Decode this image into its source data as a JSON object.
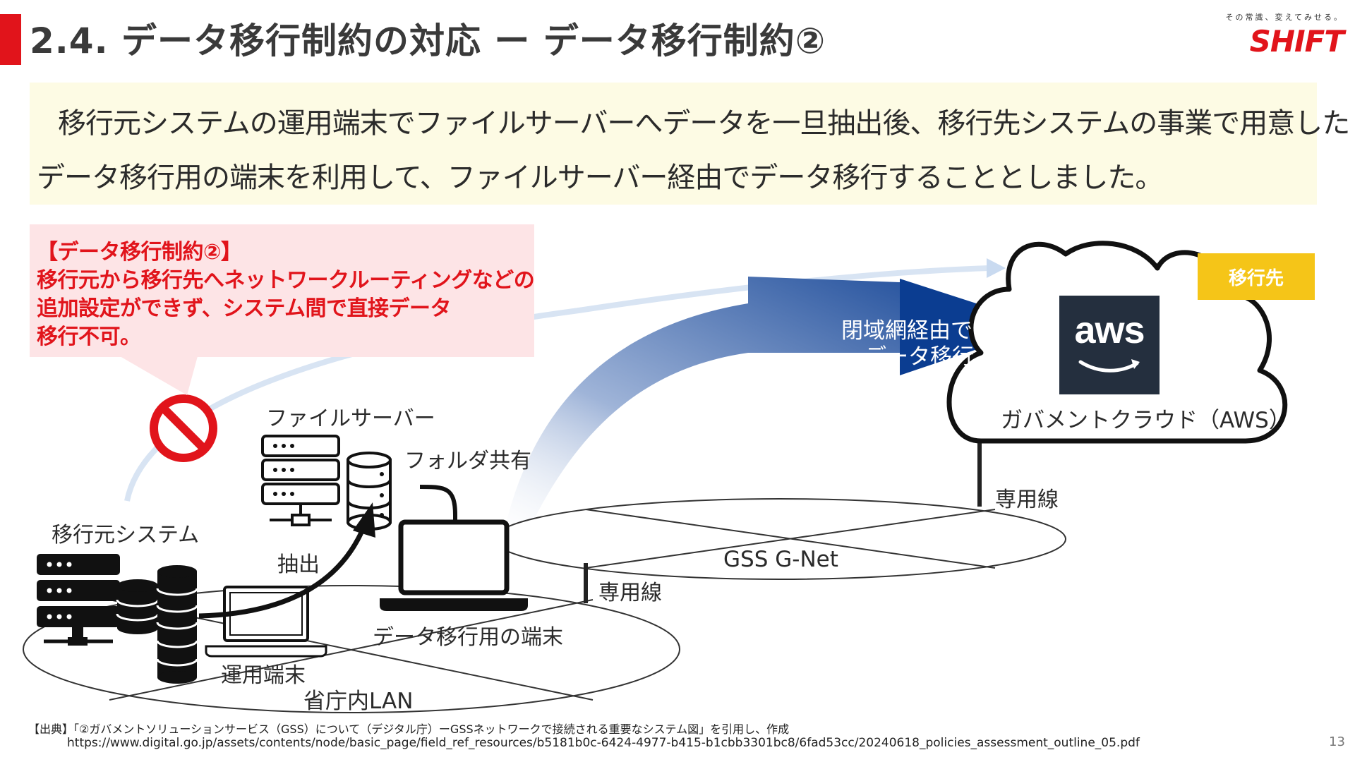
{
  "header": {
    "title": "2.4.  データ移行制約の対応 ー データ移行制約②",
    "logo_tagline": "その常識、変えてみせる。",
    "logo_text": "SHIFT",
    "accent_color": "#e1141b"
  },
  "summary": {
    "line1": "移行元システムの運用端末でファイルサーバーへデータを一旦抽出後、移行先システムの事業で用意した",
    "line2": "データ移行用の端末を利用して、ファイルサーバー経由でデータ移行することとしました。"
  },
  "constraint": {
    "lines": [
      "【データ移行制約②】",
      "移行元から移行先へネットワークルーティングなどの",
      "追加設定ができず、システム間で直接データ",
      "移行不可。"
    ]
  },
  "diagram": {
    "source_system_label": "移行元システム",
    "file_server_label": "ファイルサーバー",
    "folder_share_label": "フォルダ共有",
    "extract_label": "抽出",
    "ops_terminal_label": "運用端末",
    "migration_terminal_label": "データ移行用の端末",
    "lan_label": "省庁内LAN",
    "gnet_label": "GSS G-Net",
    "dedicated_line_label_1": "専用線",
    "dedicated_line_label_2": "専用線",
    "closed_net_label_line1": "閉域網経由での",
    "closed_net_label_line2": "データ移行",
    "cloud_label": "ガバメントクラウド（AWS）",
    "aws_logo_text": "aws",
    "destination_badge": "移行先",
    "badge_color": "#f5c518",
    "arrow_color": "#0b3d91",
    "icon_names": [
      "server-icon",
      "database-icon",
      "laptop-icon",
      "prohibited-icon",
      "cloud-icon"
    ]
  },
  "footer": {
    "source_line1": "【出典】「②ガバメントソリューションサービス（GSS）について（デジタル庁）ーGSSネットワークで接続される重要なシステム図」を引用し、作成",
    "source_line2": "https://www.digital.go.jp/assets/contents/node/basic_page/field_ref_resources/b5181b0c-6424-4977-b415-b1cbb3301bc8/6fad53cc/20240618_policies_assessment_outline_05.pdf",
    "page_number": "13"
  }
}
